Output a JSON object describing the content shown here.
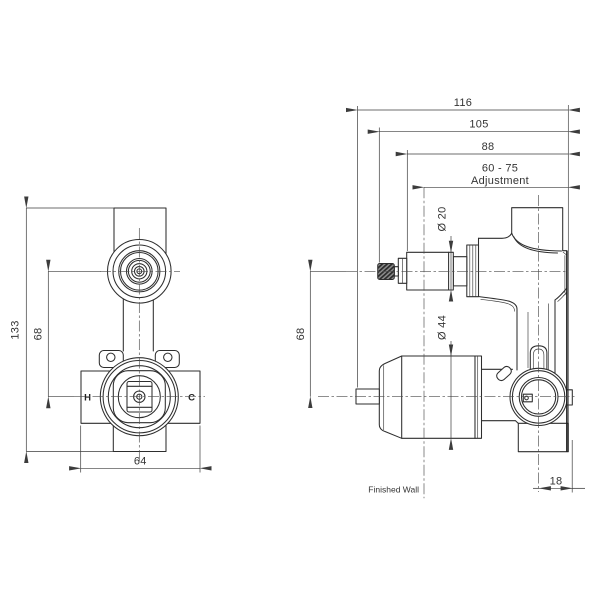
{
  "drawing": {
    "front_view": {
      "overall_height": "133",
      "inlet_center_height": "68",
      "body_width": "64",
      "hot_label": "H",
      "cold_label": "C"
    },
    "side_view": {
      "overall_depth": "116",
      "depth_to_handle": "105",
      "depth_to_cartridge": "88",
      "adjustment_range": "60 - 75",
      "adjustment_caption": "Adjustment",
      "center_height": "68",
      "cartridge_diameter": "Ø 20",
      "body_diameter": "Ø 44",
      "outlet_to_wall": "18",
      "finished_wall_label": "Finished Wall"
    }
  }
}
